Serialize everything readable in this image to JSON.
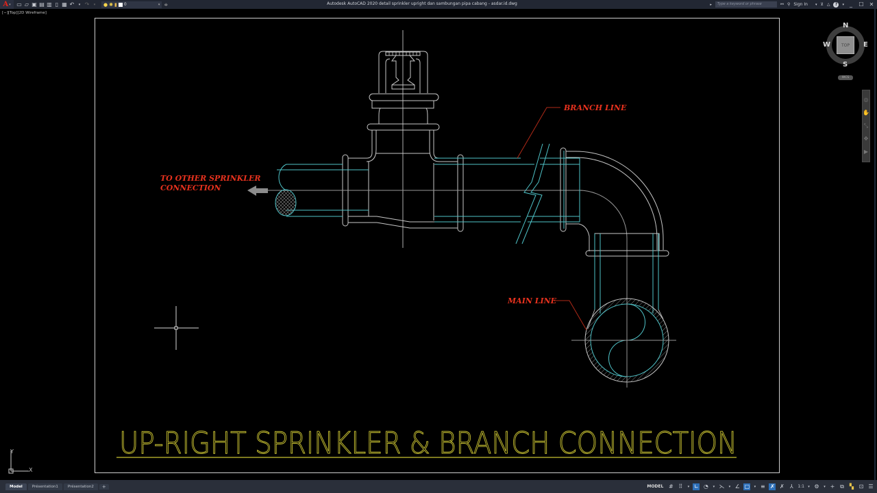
{
  "titlebar": {
    "app_name": "Autodesk AutoCAD 2020",
    "file_name": "detail sprinkler upright dan sambungan pipa cabang - asdar.id.dwg",
    "title": "Autodesk AutoCAD 2020    detail sprinkler upright dan sambungan pipa cabang - asdar.id.dwg",
    "logo_letter": "A",
    "quick_access": [
      "new-icon",
      "open-icon",
      "save-icon",
      "save-as-icon",
      "web-mobile-icon",
      "share-icon",
      "plot-icon",
      "undo-icon",
      "redo-icon"
    ],
    "layer_name": "0",
    "search_placeholder": "Type a keyword or phrase",
    "sign_in": "Sign In",
    "help": "?"
  },
  "viewport": {
    "label": "[−][Top][2D Wireframe]"
  },
  "drawing": {
    "title": "UP-RIGHT SPRINKLER & BRANCH CONNECTION",
    "annotations": {
      "other_connection_line1": "TO OTHER SPRINKLER",
      "other_connection_line2": "CONNECTION",
      "branch_line": "BRANCH LINE",
      "main_line": "MAIN LINE"
    },
    "colors": {
      "geometry": "#c8c8c8",
      "pipe": "#4fc3c8",
      "annotation": "#e8321e",
      "leader": "#b02a18",
      "title": "#c9c232"
    }
  },
  "viewcube": {
    "north": "N",
    "south": "S",
    "east": "E",
    "west": "W",
    "face": "TOP",
    "ucs_menu": "WCS"
  },
  "ucs": {
    "x": "X",
    "y": "Y"
  },
  "layout_tabs": [
    "Model",
    "Présentation1",
    "Présentation2"
  ],
  "status_bar": {
    "mode": "MODEL",
    "annotation_scale": "1:1"
  }
}
